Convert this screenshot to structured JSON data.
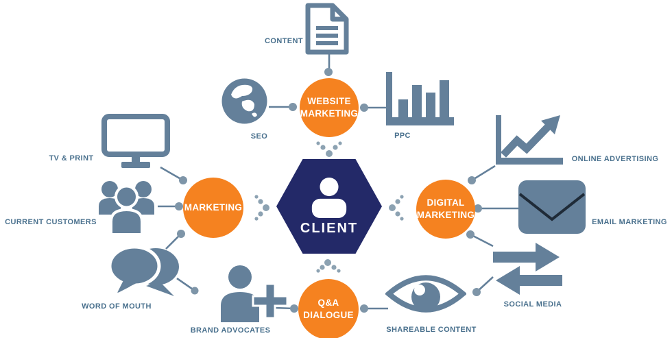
{
  "colors": {
    "hub_orange": "#F58220",
    "center_navy": "#232968",
    "icon_slate": "#64809A",
    "label_text": "#49708D",
    "connector": "#64809A",
    "connector_ball": "#7E95A8",
    "chevron_dot": "#8CA2B2",
    "hub_text": "#FFFFFF",
    "center_text": "#FFFFFF"
  },
  "center": {
    "label": "CLIENT",
    "icon": "person-icon"
  },
  "hubs": [
    {
      "id": "website-marketing",
      "label": "WEBSITE MARKETING"
    },
    {
      "id": "marketing",
      "label": "MARKETING"
    },
    {
      "id": "digital-marketing",
      "label": "DIGITAL MARKETING"
    },
    {
      "id": "qa-dialogue",
      "label": "Q&A DIALOGUE"
    }
  ],
  "nodes": [
    {
      "id": "content",
      "label": "CONTENT",
      "icon": "document-icon",
      "connects_to": "website-marketing"
    },
    {
      "id": "seo",
      "label": "SEO",
      "icon": "globe-icon",
      "connects_to": "website-marketing"
    },
    {
      "id": "ppc",
      "label": "PPC",
      "icon": "bar-chart-icon",
      "connects_to": "website-marketing"
    },
    {
      "id": "tv-print",
      "label": "TV & PRINT",
      "icon": "monitor-icon",
      "connects_to": "marketing"
    },
    {
      "id": "current-customers",
      "label": "CURRENT CUSTOMERS",
      "icon": "people-group-icon",
      "connects_to": "marketing"
    },
    {
      "id": "word-of-mouth",
      "label": "WORD OF MOUTH",
      "icon": "speech-bubbles-icon",
      "connects_to": "marketing"
    },
    {
      "id": "brand-advocates",
      "label": "BRAND ADVOCATES",
      "icon": "person-plus-icon",
      "connects_to": "qa-dialogue"
    },
    {
      "id": "shareable-content",
      "label": "SHAREABLE CONTENT",
      "icon": "eye-icon",
      "connects_to": "qa-dialogue"
    },
    {
      "id": "social-media",
      "label": "SOCIAL MEDIA",
      "icon": "double-arrows-icon",
      "connects_to": "digital-marketing"
    },
    {
      "id": "email-marketing",
      "label": "EMAIL MARKETING",
      "icon": "envelope-icon",
      "connects_to": "digital-marketing"
    },
    {
      "id": "online-advertising",
      "label": "ONLINE ADVERTISING",
      "icon": "line-chart-icon",
      "connects_to": "digital-marketing"
    }
  ]
}
